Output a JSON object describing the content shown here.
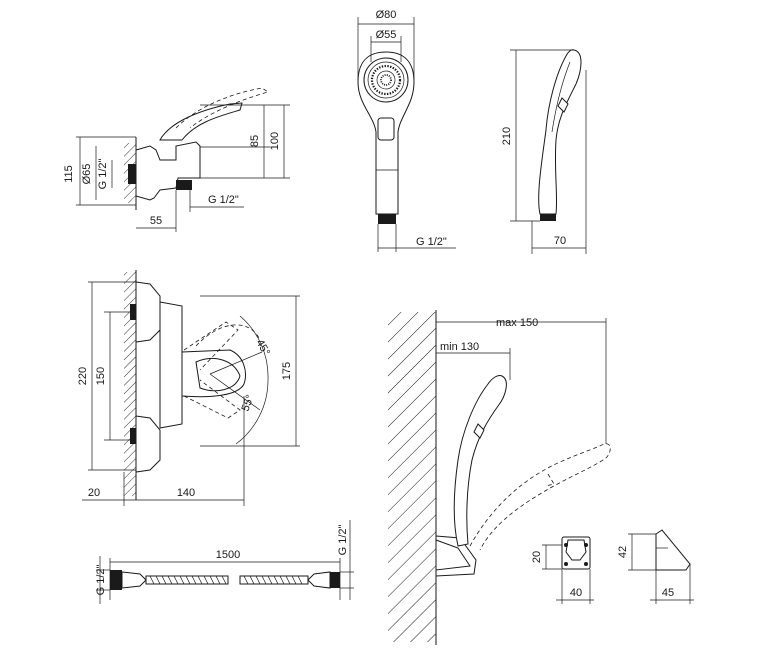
{
  "labels": {
    "d80": "Ø80",
    "d55": "Ø55",
    "g12_shower": "G 1/2\"",
    "l210": "210",
    "l70": "70",
    "l115": "115",
    "d65": "Ø65",
    "g12_side": "G 1/2\"",
    "l85": "85",
    "l100": "100",
    "g12_bottom": "G 1/2\"",
    "l55": "55",
    "l220": "220",
    "l150": "150",
    "l175": "175",
    "a45": "45°",
    "a55": "55°",
    "l20": "20",
    "l140": "140",
    "max150": "max 150",
    "min130": "min 130",
    "hose_g_left": "G 1/2\"",
    "hose_len": "1500",
    "hose_g_right": "G 1/2\"",
    "h20": "20",
    "w40": "40",
    "h42": "42",
    "w45": "45"
  }
}
